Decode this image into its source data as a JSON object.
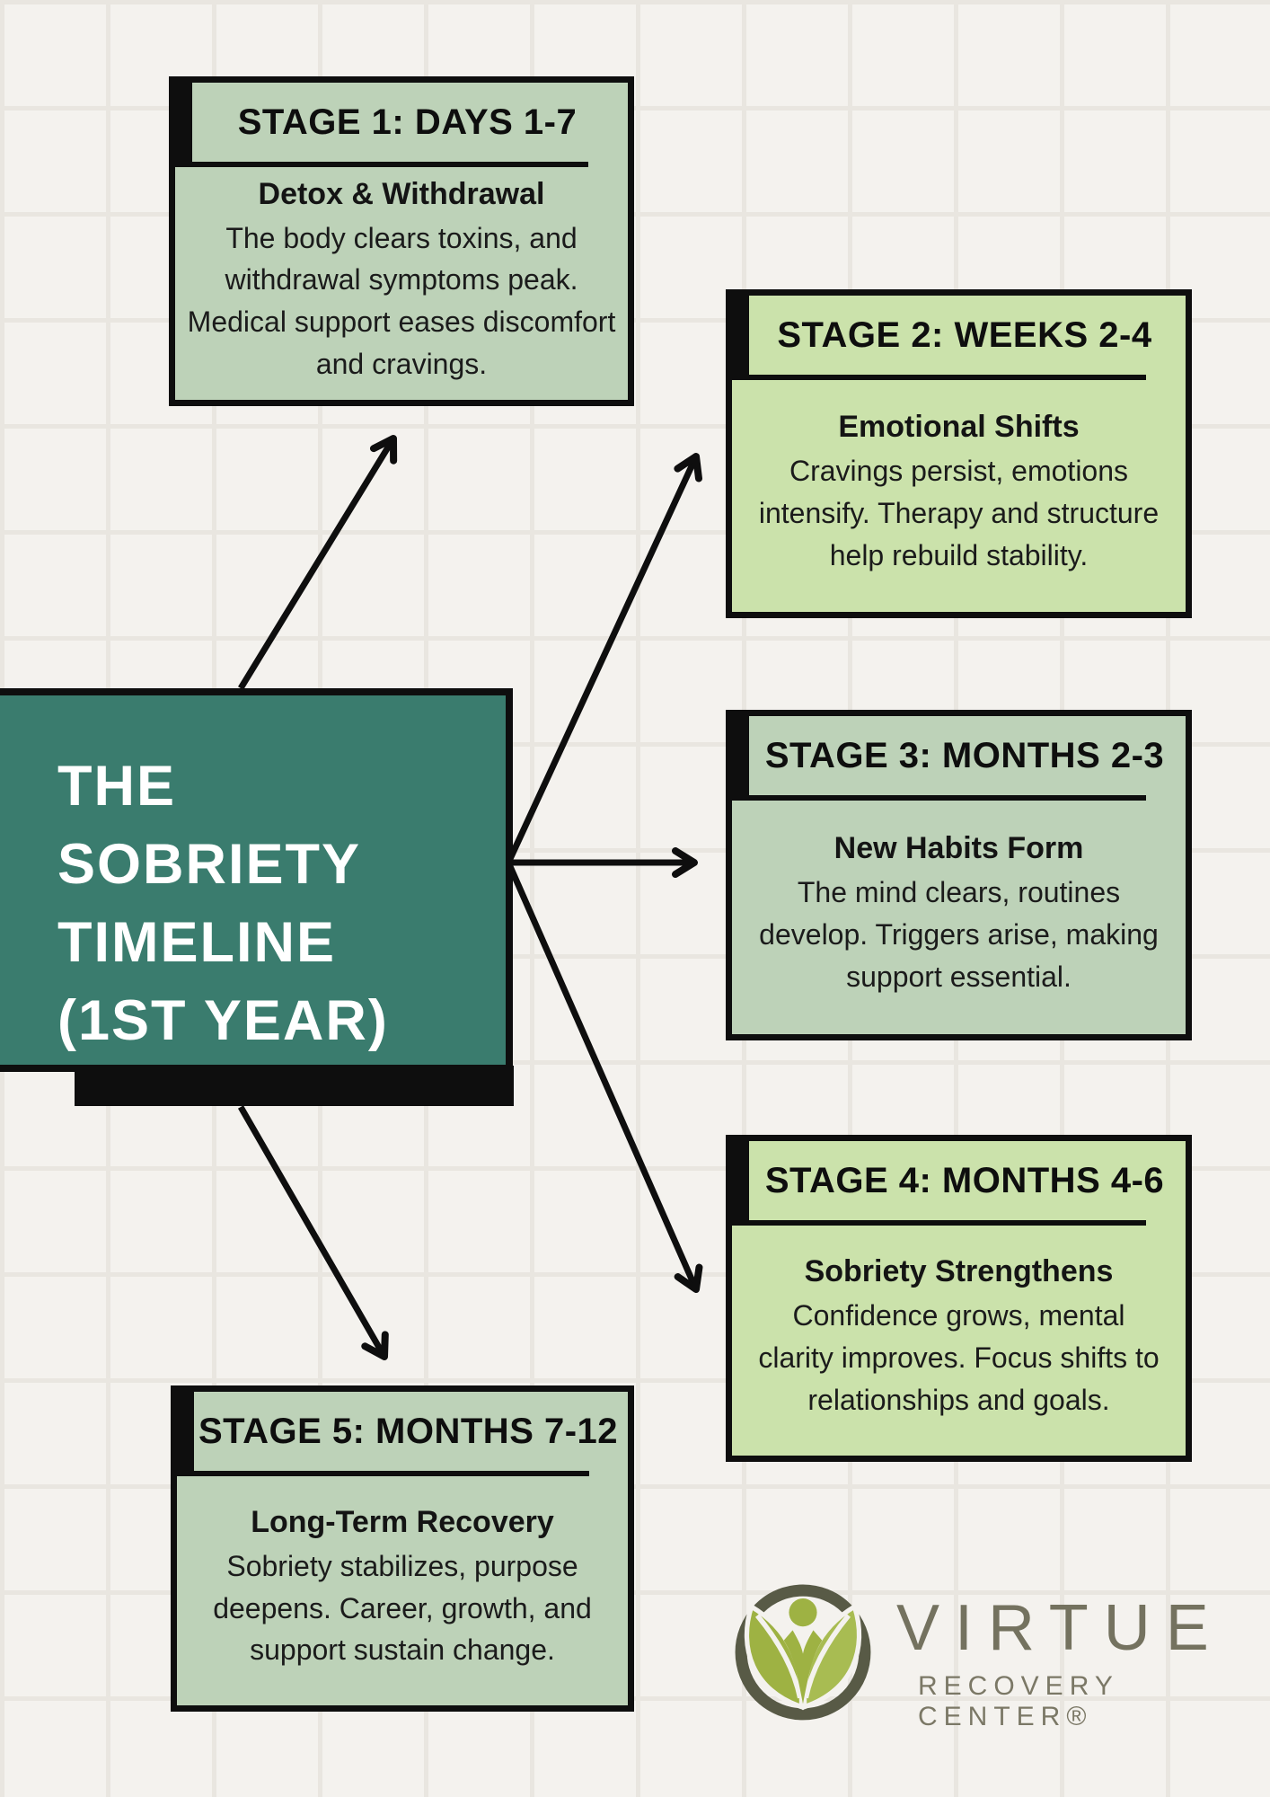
{
  "page": {
    "background_color": "#f4f2ee",
    "grid_line_color": "#e9e6e0",
    "accent_black": "#0e0e0e"
  },
  "title_card": {
    "title": "THE\nSOBRIETY\nTIMELINE\n(1ST YEAR)",
    "background_color": "#3a7c6e",
    "text_color": "#ffffff"
  },
  "stages": [
    {
      "header": "STAGE 1: DAYS 1-7",
      "subtitle": "Detox & Withdrawal",
      "body": "The body clears toxins, and\nwithdrawal symptoms peak.\nMedical support eases discomfort\nand cravings.",
      "background_color": "#bdd2b8"
    },
    {
      "header": "STAGE 2: WEEKS 2-4",
      "subtitle": "Emotional Shifts",
      "body": "Cravings persist, emotions\nintensify. Therapy and structure\nhelp rebuild stability.",
      "background_color": "#cbe2ab"
    },
    {
      "header": "STAGE 3: MONTHS 2-3",
      "subtitle": "New Habits Form",
      "body": "The mind clears, routines\ndevelop. Triggers arise, making\nsupport essential.",
      "background_color": "#bdd2b8"
    },
    {
      "header": "STAGE 4: MONTHS 4-6",
      "subtitle": "Sobriety Strengthens",
      "body": "Confidence grows, mental\nclarity improves. Focus shifts to\nrelationships and goals.",
      "background_color": "#cbe2ab"
    },
    {
      "header": "STAGE 5: MONTHS 7-12",
      "subtitle": "Long-Term Recovery",
      "body": "Sobriety stabilizes, purpose\ndeepens. Career, growth, and\nsupport sustain change.",
      "background_color": "#bdd2b8"
    }
  ],
  "logo": {
    "name": "VIRTUE",
    "tagline": "RECOVERY CENTER®",
    "wordmark_color": "#74725f",
    "ring_color": "#585a46",
    "leaf_color": "#9eb243"
  }
}
